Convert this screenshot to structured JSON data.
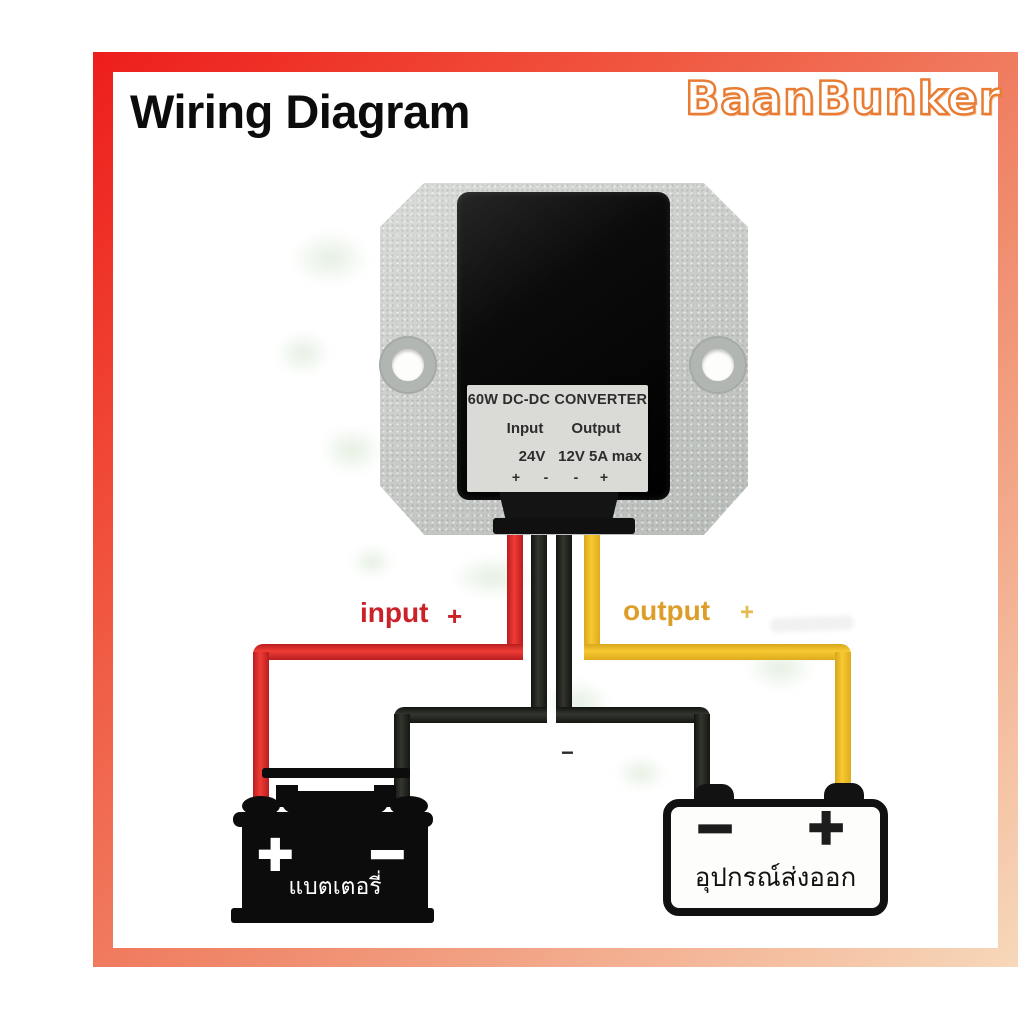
{
  "page": {
    "title": "Wiring Diagram",
    "brand": "BaanBunker"
  },
  "converter": {
    "title": "60W DC-DC CONVERTER",
    "input_header": "Input",
    "output_header": "Output",
    "input_value": "24V",
    "output_value": "12V 5A max",
    "terminals": [
      "+",
      "-",
      "-",
      "+"
    ]
  },
  "wiring": {
    "input_label": "input",
    "input_polarity": "+",
    "output_label": "output",
    "output_polarity": "+",
    "common_negative": "−"
  },
  "battery": {
    "positive": "+",
    "negative": "−",
    "label": "แบตเตอรี่"
  },
  "output_device": {
    "negative": "−",
    "positive": "+",
    "label": "อุปกรณ์ส่งออก"
  },
  "colors": {
    "frame_top_left": "#ee1d1b",
    "frame_bottom_right": "#f7d8ba",
    "brand_orange": "#e87c33",
    "input_label_red": "#cb2128",
    "output_label_gold": "#dc9e28",
    "wire_red": "#dd2326",
    "wire_black": "#20231f",
    "wire_yellow": "#f2bf27"
  }
}
